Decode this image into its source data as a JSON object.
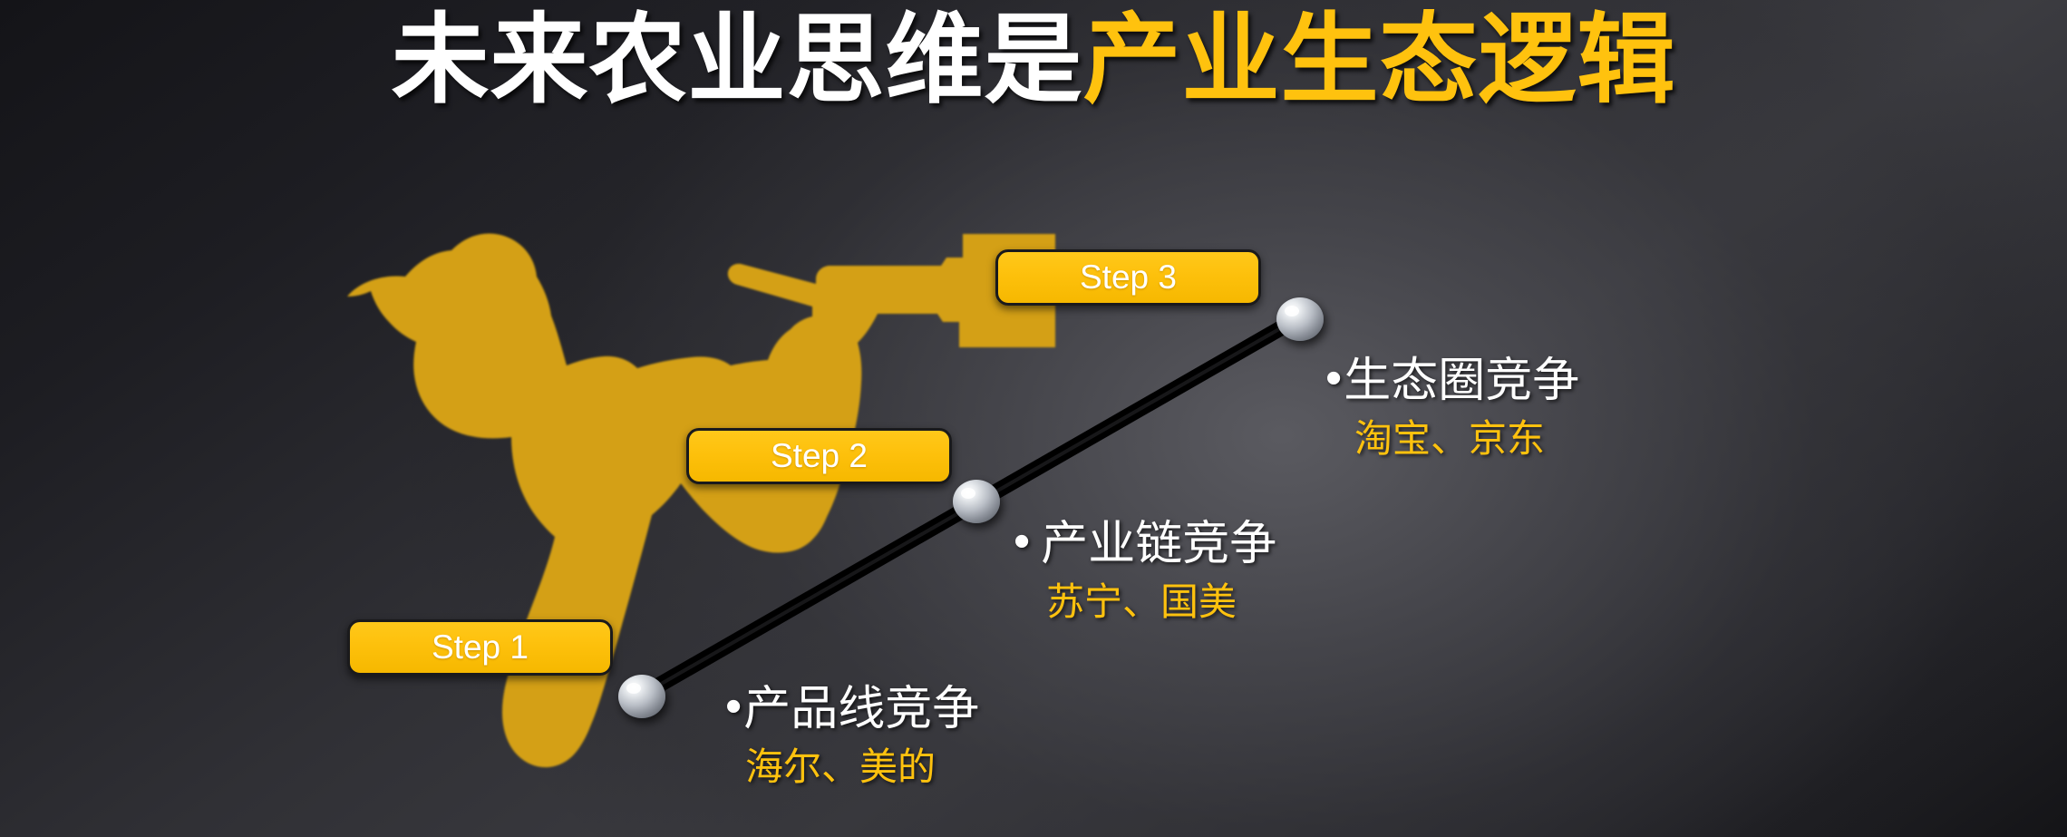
{
  "slide": {
    "title": {
      "white_part": "未来农业思维是",
      "gold_part": "产业生态逻辑",
      "white_color": "#ffffff",
      "gold_color": "#ffc20e"
    },
    "background": {
      "base_color": "#2c2c30",
      "highlight_color": "#5c5c62",
      "edge_color": "#141418"
    },
    "figure": {
      "name": "gold-person-silhouette",
      "color": "#d4a017"
    },
    "steps": [
      {
        "id": "step-1",
        "label": "Step 1",
        "headline_bullet": "•",
        "headline": "产品线竞争",
        "subtitle": "海尔、美的",
        "node_color": "#c9ccd2"
      },
      {
        "id": "step-2",
        "label": "Step 2",
        "headline_bullet": "•",
        "headline": "产业链竞争",
        "subtitle": "苏宁、国美",
        "node_color": "#c9ccd2"
      },
      {
        "id": "step-3",
        "label": "Step 3",
        "headline_bullet": "•",
        "headline": "生态圈竞争",
        "subtitle": "淘宝、京东",
        "node_color": "#c9ccd2"
      }
    ],
    "connector": {
      "name": "progression-line",
      "color": "#000000",
      "style": "thick-diagonal-ascending"
    },
    "accent_colors": {
      "gold_button": "#fdc00b",
      "gold_text": "#ffc20e",
      "figure_gold": "#d4a017",
      "line_black": "#000000"
    }
  }
}
